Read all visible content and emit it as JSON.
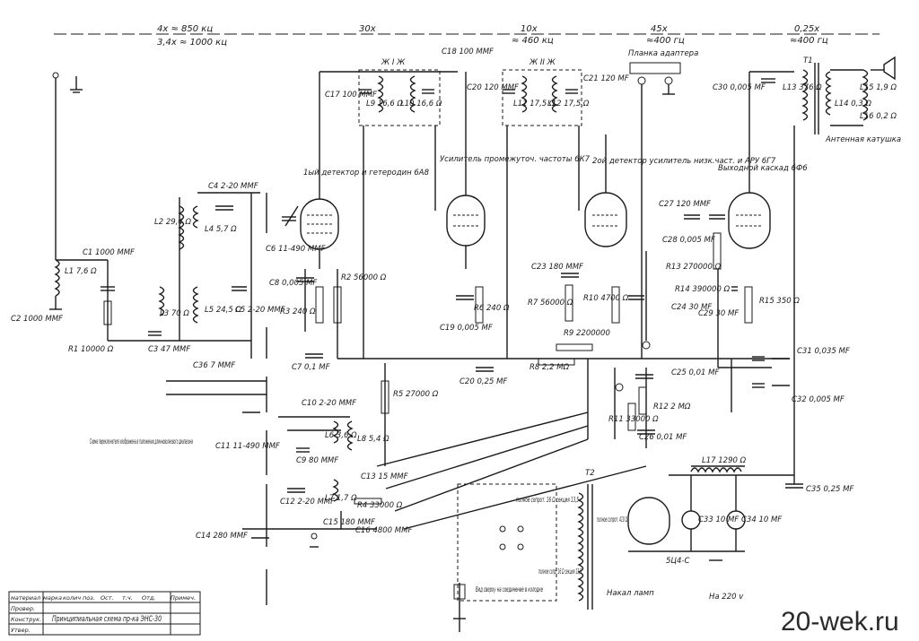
{
  "header": {
    "stage_rf": "4x ≈ 850 кц",
    "stage_rf2": "3,4x ≈ 1000 кц",
    "stage_det": "30x",
    "stage_if": "10x",
    "stage_if2": "≈ 460 кц",
    "stage_det2": "45x",
    "stage_det2b": "≈400 гц",
    "stage_out": "0,25x",
    "stage_out2": "≈400 гц"
  },
  "plank_label": "Планка адаптера",
  "tubes": {
    "t1": "1ый детектор и гетеродин 6А8",
    "t2": "Усилитель промежуточ. частоты 6К7",
    "t3": "2ой детектор усилитель низк.част. и АРУ 6Г7",
    "t4": "Выходной каскад 6Ф6",
    "t5": "5Ц4-С"
  },
  "antenna_coil": "Антенная катушка",
  "switch_note": "Схема переключателя изображена в положении длинноволнового диапазона",
  "socket_note": "Вид сверху на соединение в колодке",
  "network_note": "На 220 v",
  "lamp_note": "Накал ламп",
  "ifc1": "Ж I Ж",
  "ifc2": "Ж II Ж",
  "tr1": "T1",
  "tr2": "T2",
  "sec1": "полное сопрот. 16 Ω секция 13,5",
  "sec2": "полное сопрот. 410 Ω",
  "sec3": "полное сопр. 16 Ω секция 13,5",
  "parts": [
    {
      "id": "c1",
      "text": "C1 1000 MMF"
    },
    {
      "id": "c2",
      "text": "C2 1000 MMF"
    },
    {
      "id": "l1",
      "text": "L1 7,6 Ω"
    },
    {
      "id": "r1",
      "text": "R1 10000 Ω"
    },
    {
      "id": "l2",
      "text": "L2 29,4 Ω"
    },
    {
      "id": "l3",
      "text": "L3 70 Ω"
    },
    {
      "id": "c3",
      "text": "C3 47 MMF"
    },
    {
      "id": "c4",
      "text": "C4 2-20 MMF"
    },
    {
      "id": "l4",
      "text": "L4 5,7 Ω"
    },
    {
      "id": "l5",
      "text": "L5 24,5 Ω"
    },
    {
      "id": "c5",
      "text": "C5 2-20 MMF"
    },
    {
      "id": "c36",
      "text": "C36 7 MMF"
    },
    {
      "id": "c6",
      "text": "C6 11-490 MMF"
    },
    {
      "id": "c7",
      "text": "C7 0,1 MF"
    },
    {
      "id": "c8",
      "text": "C8 0,005 MF"
    },
    {
      "id": "r3",
      "text": "R3 240 Ω"
    },
    {
      "id": "r2",
      "text": "R2 56000 Ω"
    },
    {
      "id": "c17",
      "text": "C17 100 MMF"
    },
    {
      "id": "l9",
      "text": "L9 16,6 Ω"
    },
    {
      "id": "l10",
      "text": "L10 16,6 Ω"
    },
    {
      "id": "c18",
      "text": "C18 100 MMF"
    },
    {
      "id": "c20",
      "text": "C20 120 MMF"
    },
    {
      "id": "l11",
      "text": "L11 17,5 Ω"
    },
    {
      "id": "l12",
      "text": "L12 17,5 Ω"
    },
    {
      "id": "c21",
      "text": "C21 120 MF"
    },
    {
      "id": "c19",
      "text": "C19 0,005 MF"
    },
    {
      "id": "r6",
      "text": "R6 240 Ω"
    },
    {
      "id": "cp0",
      "text": "C20 0,25 MF"
    },
    {
      "id": "r5",
      "text": "R5 27000 Ω"
    },
    {
      "id": "c23",
      "text": "C23 180 MMF"
    },
    {
      "id": "r7",
      "text": "R7 56000 Ω"
    },
    {
      "id": "r10",
      "text": "R10 4700 Ω"
    },
    {
      "id": "r9",
      "text": "R9 2200000"
    },
    {
      "id": "r8",
      "text": "R8 2,2 MΩ"
    },
    {
      "id": "c24",
      "text": "C24 30 MF"
    },
    {
      "id": "c27",
      "text": "C27 120 MMF"
    },
    {
      "id": "c28",
      "text": "C28 0,005 MF"
    },
    {
      "id": "r13",
      "text": "R13 270000 Ω"
    },
    {
      "id": "r14",
      "text": "R14 390000 Ω"
    },
    {
      "id": "c29",
      "text": "C29 30 MF"
    },
    {
      "id": "r15",
      "text": "R15 350 Ω"
    },
    {
      "id": "c25",
      "text": "C25 0,01 MF"
    },
    {
      "id": "r12",
      "text": "R12 2 MΩ"
    },
    {
      "id": "r11",
      "text": "R11 33000 Ω"
    },
    {
      "id": "c26",
      "text": "C26 0,01 MF"
    },
    {
      "id": "c30",
      "text": "C30 0,005 MF"
    },
    {
      "id": "l13",
      "text": "L13 376 Ω"
    },
    {
      "id": "l14",
      "text": "L14 0,3 Ω"
    },
    {
      "id": "l15",
      "text": "L15 1,9 Ω"
    },
    {
      "id": "l16",
      "text": "L16 0,2 Ω"
    },
    {
      "id": "c31",
      "text": "C31 0,035 MF"
    },
    {
      "id": "c32",
      "text": "C32 0,005 MF"
    },
    {
      "id": "c10",
      "text": "C10 2-20 MMF"
    },
    {
      "id": "c11",
      "text": "C11 11-490 MMF"
    },
    {
      "id": "c9",
      "text": "C9 80 MMF"
    },
    {
      "id": "l6",
      "text": "L6 3,6 Ω"
    },
    {
      "id": "l8",
      "text": "L8 5,4 Ω"
    },
    {
      "id": "c13",
      "text": "C13 15 MMF"
    },
    {
      "id": "l7",
      "text": "L7 1,7 Ω"
    },
    {
      "id": "c12",
      "text": "C12 2-20 MMF"
    },
    {
      "id": "r4",
      "text": "R4 33000 Ω"
    },
    {
      "id": "c15",
      "text": "C15 180 MMF"
    },
    {
      "id": "c16",
      "text": "C16 4800 MMF"
    },
    {
      "id": "c14",
      "text": "C14 280 MMF"
    },
    {
      "id": "l17",
      "text": "L17 1290 Ω"
    },
    {
      "id": "c33",
      "text": "C33 10 MF"
    },
    {
      "id": "c34",
      "text": "C34 10 MF"
    },
    {
      "id": "c35",
      "text": "C35 0,25 MF"
    }
  ],
  "title_block": {
    "cols": [
      "материал",
      "марка",
      "колич",
      "поз.",
      "Ост.",
      "т.ч.",
      "Отд.",
      "Примеч."
    ],
    "rows": [
      "Провер.",
      "Конструк.",
      "Утвер."
    ],
    "name": "Принципиальная схема пр-ка ЭНС-30"
  },
  "watermark": "20-wek.ru"
}
